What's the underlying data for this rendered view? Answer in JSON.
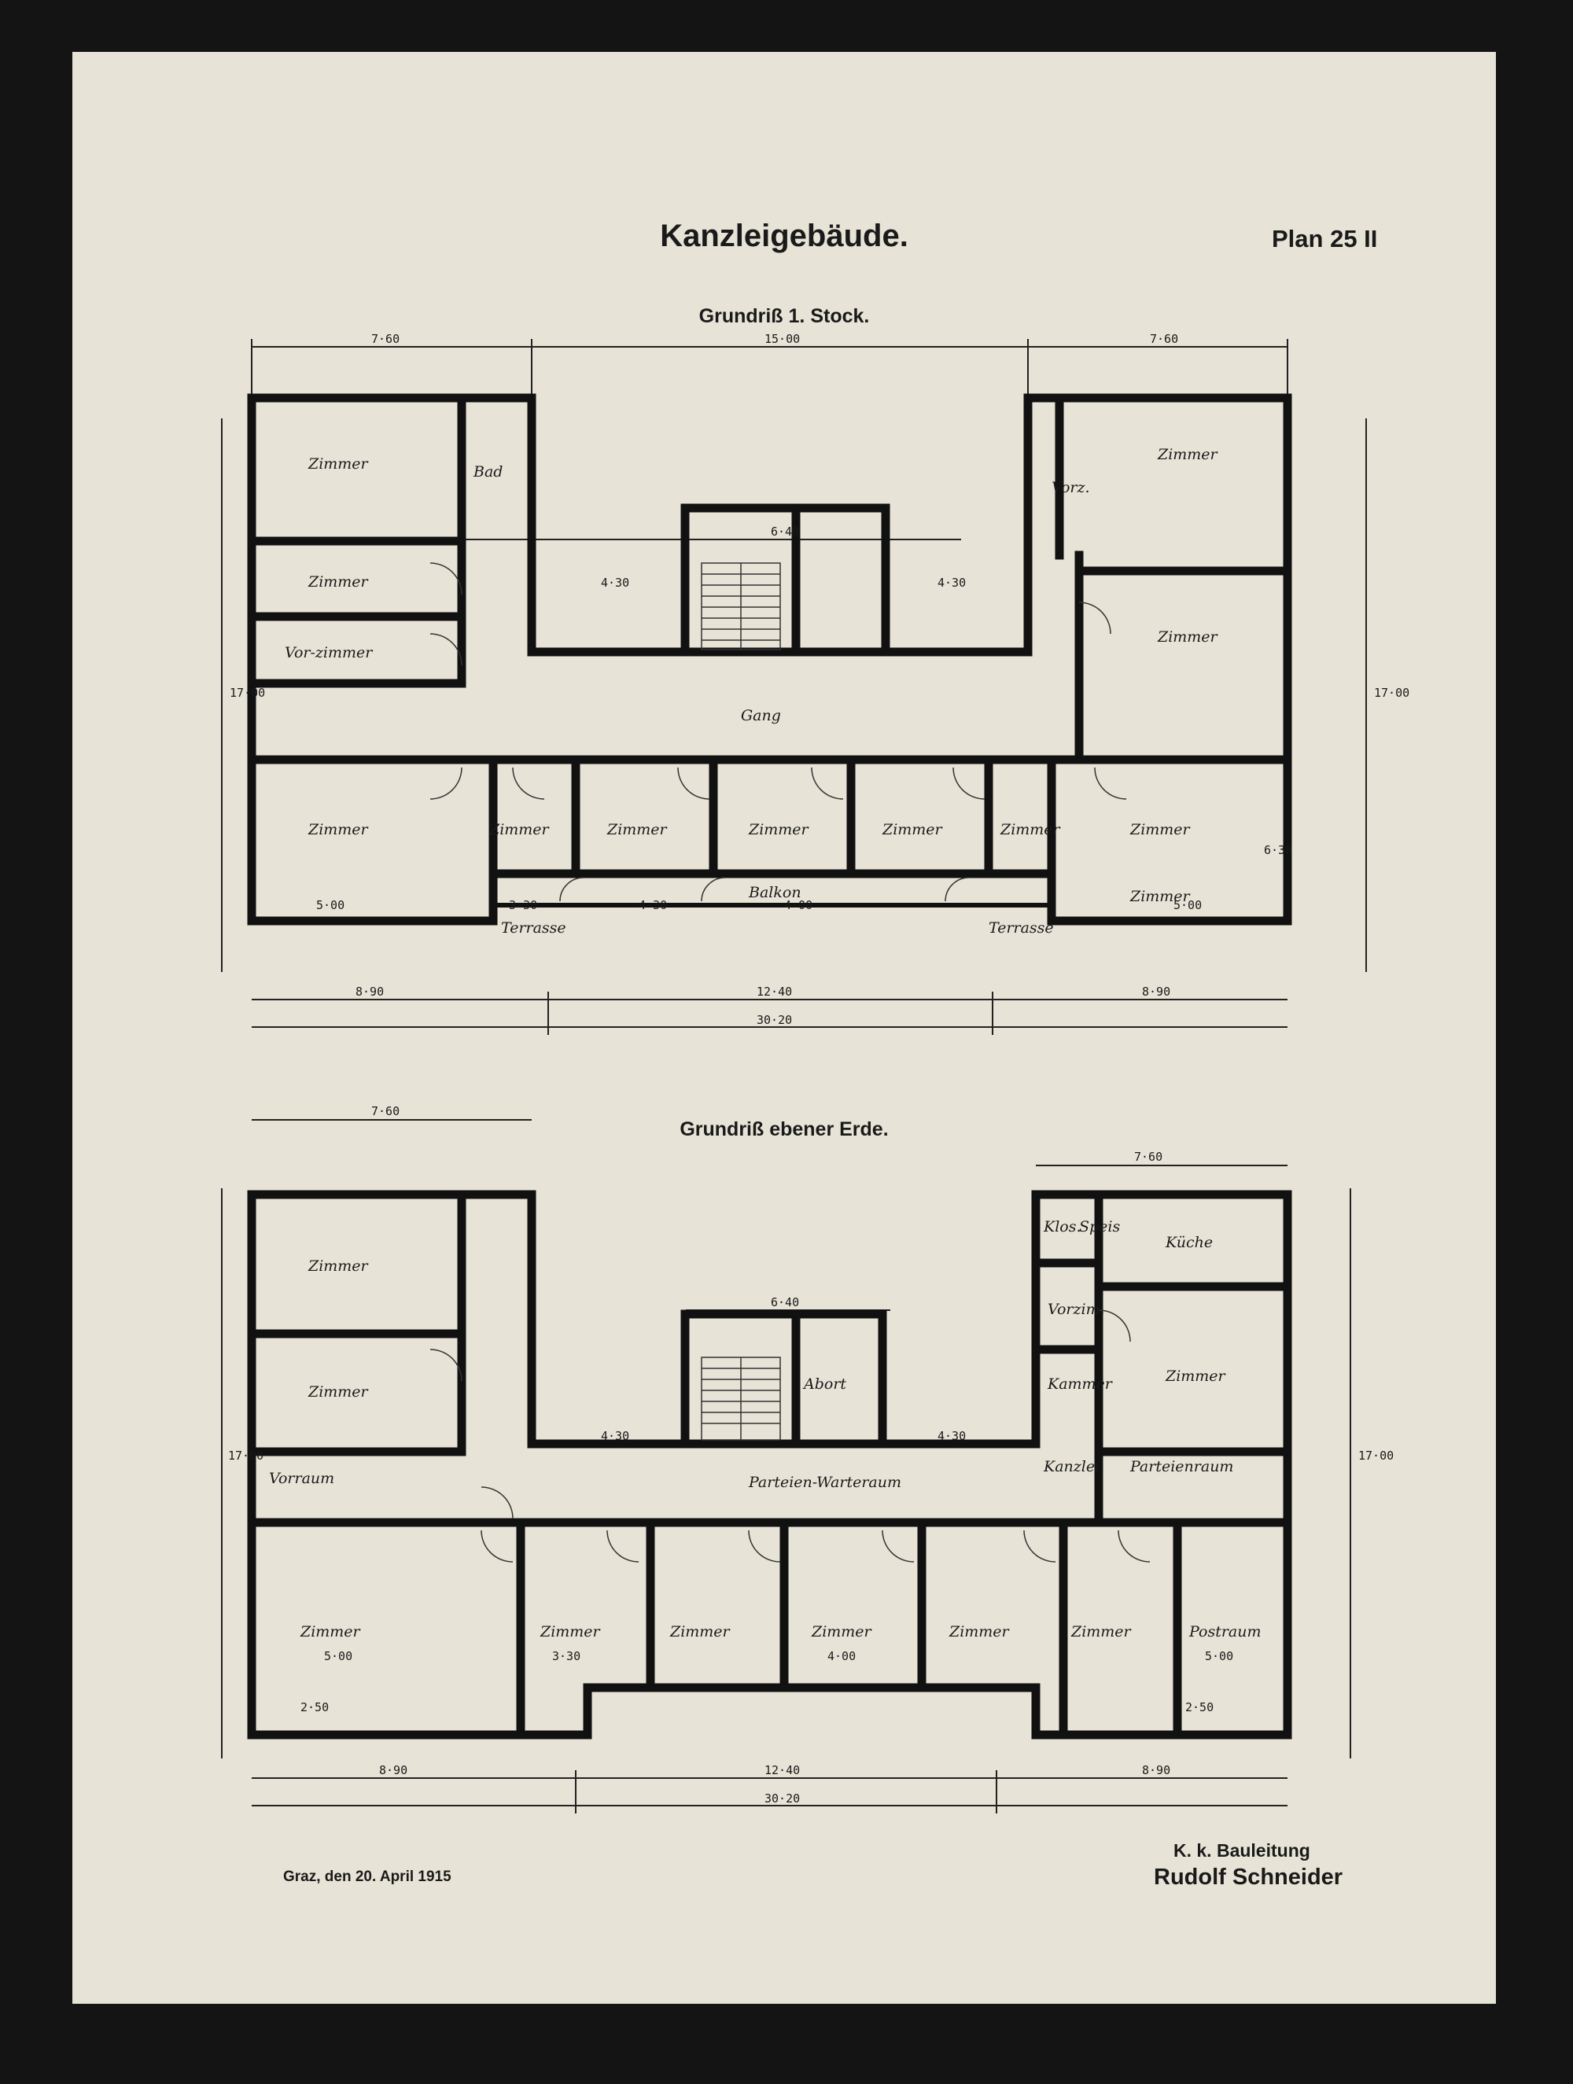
{
  "document": {
    "title": "Kanzleigebäude.",
    "plan_number": "Plan 25 II",
    "date_line": "Graz, den 20. April 1915",
    "office": "K. k. Bauleitung",
    "signer": "Rudolf Schneider"
  },
  "upper_plan": {
    "caption": "Grundriß 1. Stock.",
    "rooms": [
      "Zimmer",
      "Zimmer",
      "Vor-zimmer",
      "Zimmer",
      "Bad",
      "Vorz.",
      "Zimmer",
      "Zimmer",
      "Gang",
      "Zimmer",
      "Zimmer",
      "Zimmer",
      "Zimmer",
      "Zimmer",
      "Zimmer",
      "Zimmer",
      "Terrasse",
      "Balkon",
      "Terrasse"
    ],
    "dims": {
      "top_left": "7·60",
      "top_mid": "15·00",
      "top_right": "7·60",
      "stair_width": "6·40",
      "offset_left": "4·30",
      "offset_right": "4·30",
      "bottom_left": "8·90",
      "bottom_mid": "12·40",
      "bottom_right": "8·90",
      "overall": "30·20",
      "height": "17·00",
      "room_a": "5·00",
      "room_b": "3·30",
      "room_c": "4·30",
      "room_d": "4·00",
      "room_e": "5·00",
      "room_f": "6·30"
    }
  },
  "lower_plan": {
    "caption": "Grundriß ebener Erde.",
    "rooms": [
      "Zimmer",
      "Zimmer",
      "Vorraum",
      "Parteien-Warteraum",
      "Abort",
      "Klos.",
      "Speis",
      "Küche",
      "Vorzim.",
      "Kammer",
      "Zimmer",
      "Kanzlei",
      "Parteienraum",
      "Zimmer",
      "Zimmer",
      "Zimmer",
      "Zimmer",
      "Zimmer",
      "Zimmer",
      "Postraum"
    ],
    "dims": {
      "top_left": "7·60",
      "top_right": "7·60",
      "stair_width": "6·40",
      "offset_left": "4·30",
      "offset_right": "4·30",
      "bottom_left": "8·90",
      "bottom_mid": "12·40",
      "bottom_right": "8·90",
      "overall": "30·20",
      "height": "17·00",
      "room_a": "5·00",
      "room_b": "3·30",
      "room_c": "4·00",
      "room_d": "5·00",
      "room_e": "2·50"
    }
  }
}
